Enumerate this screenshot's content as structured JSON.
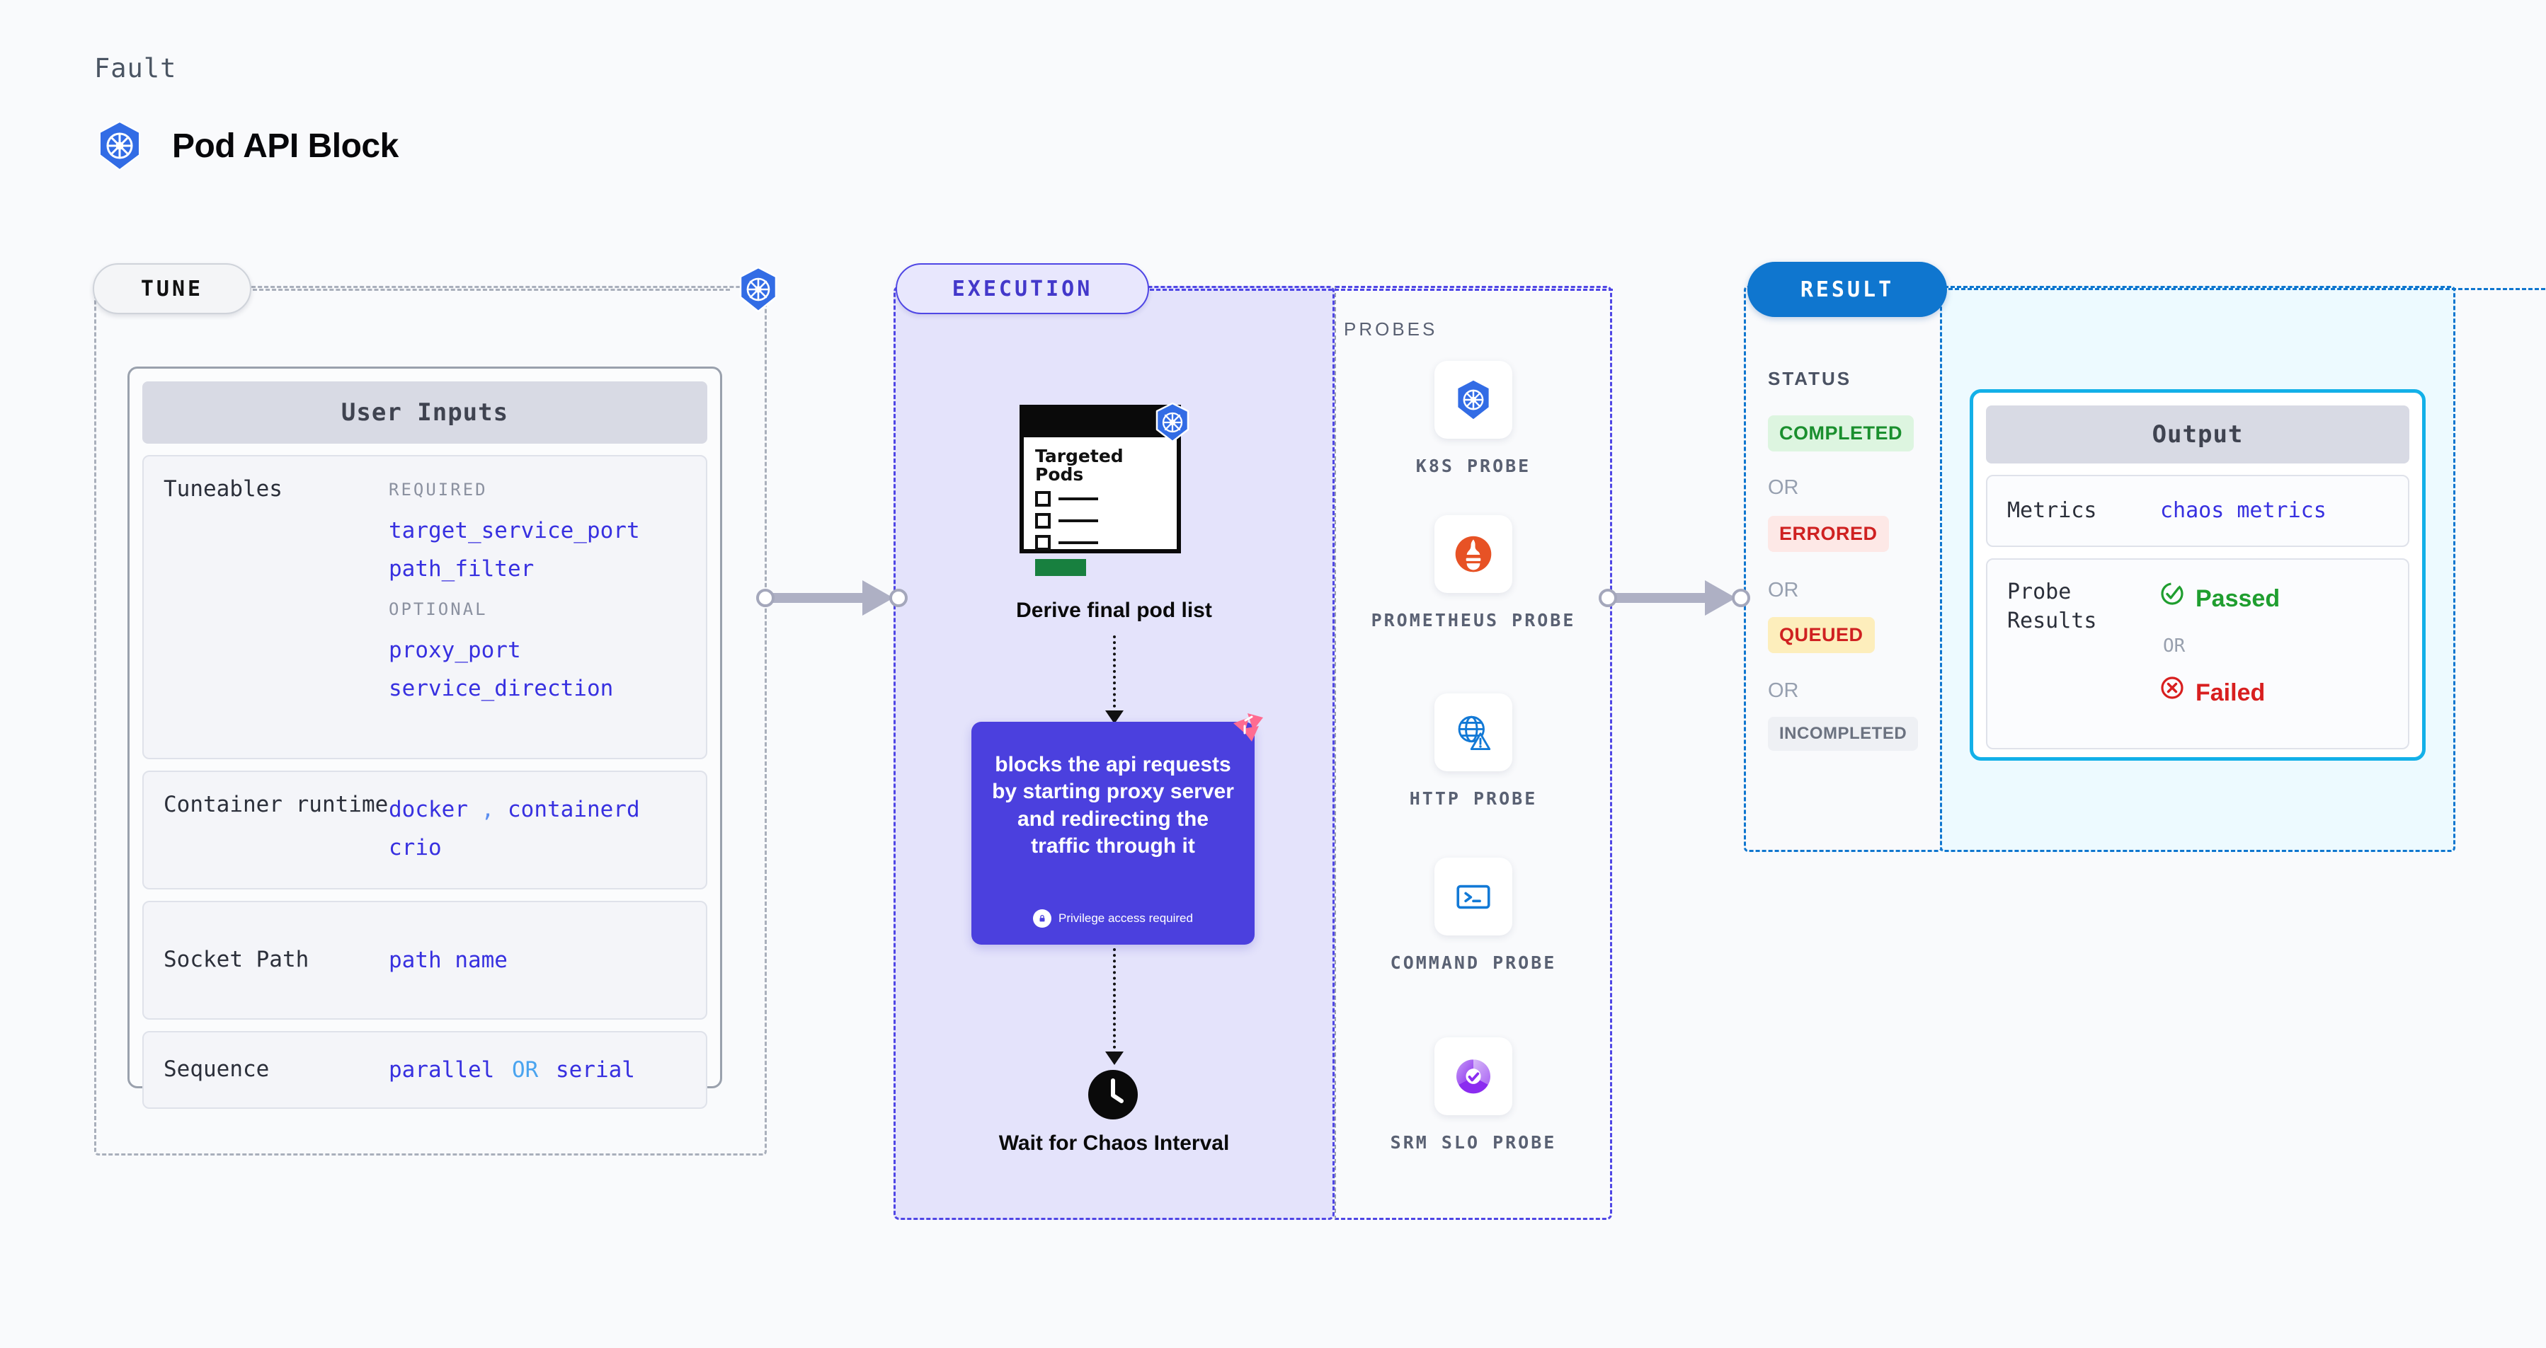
{
  "header": {
    "kicker": "Fault",
    "title": "Pod API Block",
    "icon": "kubernetes-icon"
  },
  "stages": {
    "tune": {
      "pill_label": "TUNE",
      "badge_icon": "kubernetes-icon"
    },
    "execution": {
      "pill_label": "EXECUTION"
    },
    "result": {
      "pill_label": "RESULT"
    }
  },
  "tune": {
    "card_title": "User Inputs",
    "rows": [
      {
        "label": "Tuneables",
        "groups": [
          {
            "tag": "REQUIRED",
            "values": [
              "target_service_port",
              "path_filter"
            ]
          },
          {
            "tag": "OPTIONAL",
            "values": [
              "proxy_port",
              "service_direction"
            ]
          }
        ]
      },
      {
        "label": "Container runtime",
        "values": [
          "docker",
          "containerd",
          "crio"
        ],
        "separator": ","
      },
      {
        "label": "Socket Path",
        "values": [
          "path name"
        ]
      },
      {
        "label": "Sequence",
        "values": [
          "parallel",
          "serial"
        ],
        "separator": "OR"
      }
    ]
  },
  "execution": {
    "pods_card": {
      "title": "Targeted Pods",
      "icon": "kubernetes-icon",
      "checkbox_count": 3
    },
    "derive_label": "Derive final pod list",
    "fault_description": "blocks the api requests by starting proxy server and redirecting the traffic through it",
    "privilege_note": "Privilege access required",
    "privilege_icon": "lock-icon",
    "corner_icon": "litmus-chaos-icon",
    "wait_label": "Wait for Chaos Interval",
    "wait_icon": "clock-icon"
  },
  "probes": {
    "title": "PROBES",
    "items": [
      {
        "name": "K8S PROBE",
        "icon": "kubernetes-icon"
      },
      {
        "name": "PROMETHEUS PROBE",
        "icon": "prometheus-icon"
      },
      {
        "name": "HTTP PROBE",
        "icon": "globe-warning-icon"
      },
      {
        "name": "COMMAND PROBE",
        "icon": "terminal-icon"
      },
      {
        "name": "SRM SLO PROBE",
        "icon": "slo-donut-check-icon"
      }
    ]
  },
  "result": {
    "status_title": "STATUS",
    "or_label": "OR",
    "statuses": [
      {
        "label": "COMPLETED",
        "color": "#1a8f2e",
        "bg": "#ddf5e0"
      },
      {
        "label": "ERRORED",
        "color": "#cf2121",
        "bg": "#fde8e6"
      },
      {
        "label": "QUEUED",
        "color": "#cf2121",
        "bg": "#fdeebc"
      },
      {
        "label": "INCOMPLETED",
        "color": "#6b7280",
        "bg": "#eef0f4"
      }
    ],
    "output": {
      "card_title": "Output",
      "metrics_label": "Metrics",
      "metrics_value": "chaos metrics",
      "probe_results_label": "Probe Results",
      "passed_label": "Passed",
      "failed_label": "Failed",
      "or_label": "OR",
      "passed_icon": "check-circle-icon",
      "failed_icon": "x-circle-icon"
    }
  },
  "colors": {
    "k8s_blue": "#326ce5",
    "execution_purple": "#4f46e5",
    "fault_card_purple": "#4b40de",
    "result_blue": "#0f76cf",
    "output_cyan": "#13b0e8",
    "litmus_pink": "#ff6b91"
  }
}
